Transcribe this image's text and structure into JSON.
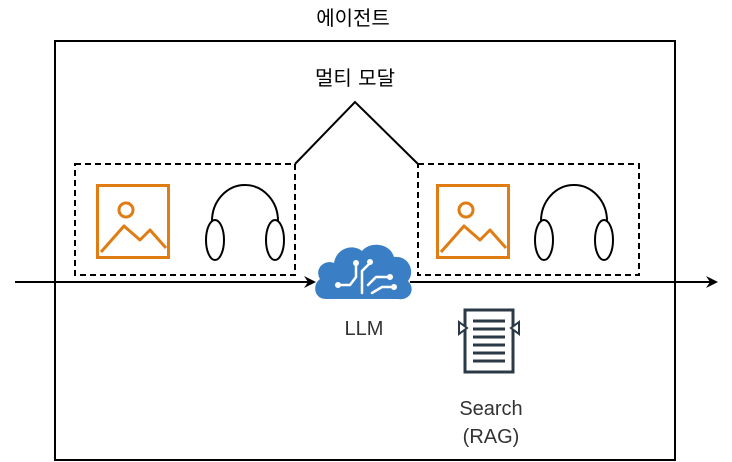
{
  "diagram": {
    "agent_label": "에이전트",
    "multimodal_label": "멀티 모달",
    "llm_label": "LLM",
    "search_label_line1": "Search",
    "search_label_line2": "(RAG)"
  },
  "icons": {
    "image_left": "image-icon",
    "headphones_left": "headphones-icon",
    "llm": "brain-circuit-cloud-icon",
    "image_right": "image-icon",
    "headphones_right": "headphones-icon",
    "search": "document-search-icon"
  },
  "colors": {
    "image_icon": "#E07C12",
    "llm_icon": "#3A7FC5",
    "search_icon": "#2B3845",
    "stroke": "#000000"
  }
}
